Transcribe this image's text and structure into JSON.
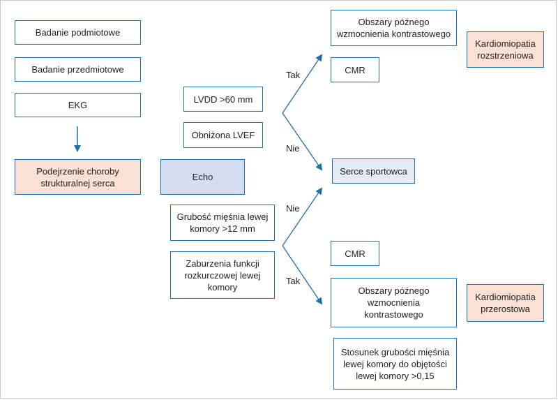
{
  "boxes": {
    "badanie_podmiotowe": "Badanie podmiotowe",
    "badanie_przedmiotowe": "Badanie przedmiotowe",
    "ekg": "EKG",
    "podejrzenie": "Podejrzenie choroby\nstrukturalnej serca",
    "echo": "Echo",
    "lvdd": "LVDD >60 mm",
    "obnizona_lvef": "Obniżona LVEF",
    "grubosc": "Grubość mięśnia lewej\nkomory >12 mm",
    "zaburzenia": "Zaburzenia funkcji\nrozkurczowej lewej\nkomory",
    "obszary_top": "Obszary późnego\nwzmocnienia kontrastowego",
    "cmr_top": "CMR",
    "kardio_rozstrzeniowa": "Kardiomiopatia\nrozstrzeniowa",
    "serce_sportowca": "Serce sportowca",
    "cmr_bottom": "CMR",
    "obszary_bottom": "Obszary późnego\nwzmocnienia\nkontrastowego",
    "kardio_przerostowa": "Kardiomiopatia\nprzerostowa",
    "stosunek": "Stosunek grubości mięśnia\nlewej komory do objętości\nlewej komory >0,15"
  },
  "edge_labels": {
    "tak_top": "Tak",
    "nie_top": "Nie",
    "nie_bottom": "Nie",
    "tak_bottom": "Tak"
  },
  "colors": {
    "border": "#1f6fa8",
    "arrow": "#1f6fa8",
    "orange_fill": "#fbe0d4",
    "echo_fill": "#d6ddf0",
    "sport_fill": "#e4ebf7"
  }
}
